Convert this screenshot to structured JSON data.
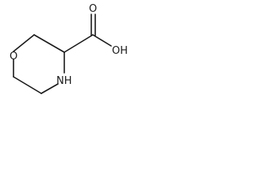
{
  "molecule": {
    "atoms": {
      "ring_oxygen": "O",
      "ring_nitrogen": "NH",
      "carbonyl_oxygen": "O",
      "hydroxyl": "OH"
    },
    "colors": {
      "ink": "#1a1a1a",
      "background": "#ffffff"
    }
  }
}
